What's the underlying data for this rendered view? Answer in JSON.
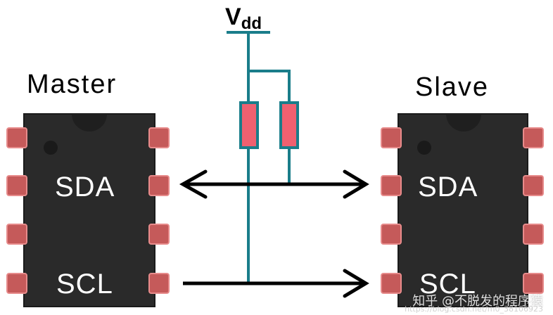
{
  "vdd": {
    "main": "V",
    "sub": "dd"
  },
  "master": {
    "title": "Master",
    "sda": "SDA",
    "scl": "SCL"
  },
  "slave": {
    "title": "Slave",
    "sda": "SDA",
    "scl": "SCL"
  },
  "watermark": {
    "text": "知乎 @不脱发的程序猿",
    "url": "https://blog.csdn.net/m0_38106923"
  },
  "colors": {
    "chip": "#2a2a2a",
    "pin": "#c55a5a",
    "pin_glow": "#e78b8b",
    "wire": "#1a7d8a",
    "resistor": "#f06070",
    "bus": "#000000"
  },
  "icons": [
    "chip-notch",
    "pull-up-resistor",
    "bidirectional-arrow",
    "right-arrow"
  ]
}
